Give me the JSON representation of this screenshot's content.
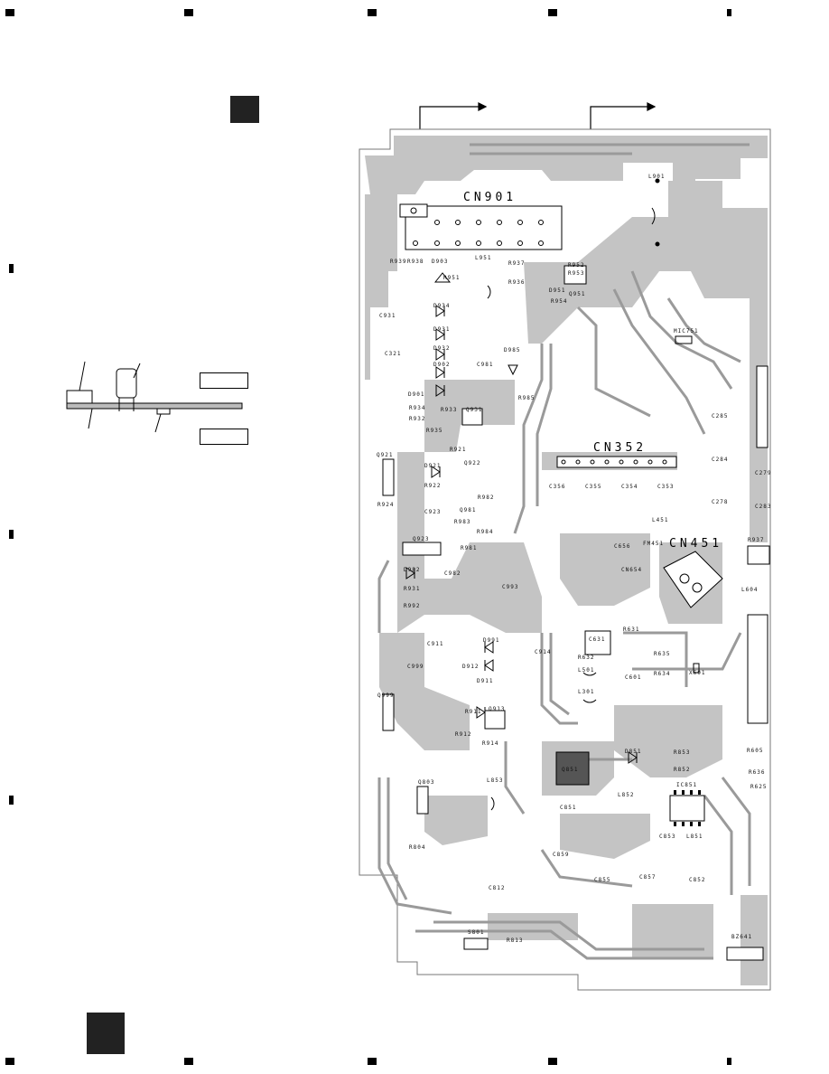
{
  "connectors": {
    "cn901": "CN901",
    "cn352": "CN352",
    "cn451": "CN451"
  },
  "components": [
    {
      "id": "l901",
      "label": "L901"
    },
    {
      "id": "r939",
      "label": "R939"
    },
    {
      "id": "r938",
      "label": "R938"
    },
    {
      "id": "d903",
      "label": "D903"
    },
    {
      "id": "r951",
      "label": "R951"
    },
    {
      "id": "l951",
      "label": "L951"
    },
    {
      "id": "r937",
      "label": "R937"
    },
    {
      "id": "r952",
      "label": "R952"
    },
    {
      "id": "r936",
      "label": "R936"
    },
    {
      "id": "r953",
      "label": "R953"
    },
    {
      "id": "d951",
      "label": "D951"
    },
    {
      "id": "q951",
      "label": "Q951"
    },
    {
      "id": "r954",
      "label": "R954"
    },
    {
      "id": "c931",
      "label": "C931"
    },
    {
      "id": "d934",
      "label": "D934"
    },
    {
      "id": "d931",
      "label": "D931"
    },
    {
      "id": "c321",
      "label": "C321"
    },
    {
      "id": "d932",
      "label": "D932"
    },
    {
      "id": "d902",
      "label": "D902"
    },
    {
      "id": "c981",
      "label": "C981"
    },
    {
      "id": "d985",
      "label": "D985"
    },
    {
      "id": "d901",
      "label": "D901"
    },
    {
      "id": "r934",
      "label": "R934"
    },
    {
      "id": "r933",
      "label": "R933"
    },
    {
      "id": "q931",
      "label": "Q931"
    },
    {
      "id": "r932",
      "label": "R932"
    },
    {
      "id": "r935",
      "label": "R935"
    },
    {
      "id": "r985",
      "label": "R985"
    },
    {
      "id": "mic751",
      "label": "MIC751"
    },
    {
      "id": "c285",
      "label": "C285"
    },
    {
      "id": "c284",
      "label": "C284"
    },
    {
      "id": "c279",
      "label": "C279"
    },
    {
      "id": "c278",
      "label": "C278"
    },
    {
      "id": "c283",
      "label": "C283"
    },
    {
      "id": "q921",
      "label": "Q921"
    },
    {
      "id": "r921",
      "label": "R921"
    },
    {
      "id": "d921",
      "label": "D921"
    },
    {
      "id": "q922",
      "label": "Q922"
    },
    {
      "id": "r922",
      "label": "R922"
    },
    {
      "id": "r982",
      "label": "R982"
    },
    {
      "id": "c356",
      "label": "C356"
    },
    {
      "id": "c355",
      "label": "C355"
    },
    {
      "id": "c354",
      "label": "C354"
    },
    {
      "id": "c353",
      "label": "C353"
    },
    {
      "id": "r924",
      "label": "R924"
    },
    {
      "id": "c923",
      "label": "C923"
    },
    {
      "id": "q981",
      "label": "Q981"
    },
    {
      "id": "r983",
      "label": "R983"
    },
    {
      "id": "r984",
      "label": "R984"
    },
    {
      "id": "l451",
      "label": "L451"
    },
    {
      "id": "q923",
      "label": "Q923"
    },
    {
      "id": "r981",
      "label": "R981"
    },
    {
      "id": "c656",
      "label": "C656"
    },
    {
      "id": "fm451",
      "label": "FM451"
    },
    {
      "id": "r937b",
      "label": "R937"
    },
    {
      "id": "d982",
      "label": "D982"
    },
    {
      "id": "c982",
      "label": "C982"
    },
    {
      "id": "cn654",
      "label": "CN654"
    },
    {
      "id": "r931",
      "label": "R931"
    },
    {
      "id": "c993",
      "label": "C993"
    },
    {
      "id": "l604",
      "label": "L604"
    },
    {
      "id": "r992",
      "label": "R992"
    },
    {
      "id": "r631",
      "label": "R631"
    },
    {
      "id": "c631",
      "label": "C631"
    },
    {
      "id": "c911",
      "label": "C911"
    },
    {
      "id": "d991",
      "label": "D991"
    },
    {
      "id": "r632",
      "label": "R632"
    },
    {
      "id": "r635",
      "label": "R635"
    },
    {
      "id": "x601",
      "label": "X601"
    },
    {
      "id": "c999",
      "label": "C999"
    },
    {
      "id": "d912",
      "label": "D912"
    },
    {
      "id": "c914",
      "label": "C914"
    },
    {
      "id": "l501",
      "label": "L501"
    },
    {
      "id": "r634",
      "label": "R634"
    },
    {
      "id": "c601",
      "label": "C601"
    },
    {
      "id": "d911",
      "label": "D911"
    },
    {
      "id": "l301",
      "label": "L301"
    },
    {
      "id": "q999",
      "label": "Q999"
    },
    {
      "id": "r911",
      "label": "R911"
    },
    {
      "id": "q913",
      "label": "Q913"
    },
    {
      "id": "r912",
      "label": "R912"
    },
    {
      "id": "r914",
      "label": "R914"
    },
    {
      "id": "r605",
      "label": "R605"
    },
    {
      "id": "d851",
      "label": "D851"
    },
    {
      "id": "r853",
      "label": "R853"
    },
    {
      "id": "q851",
      "label": "Q851"
    },
    {
      "id": "r852",
      "label": "R852"
    },
    {
      "id": "r636",
      "label": "R636"
    },
    {
      "id": "q803",
      "label": "Q803"
    },
    {
      "id": "l853",
      "label": "L853"
    },
    {
      "id": "c851",
      "label": "C851"
    },
    {
      "id": "l852",
      "label": "L852"
    },
    {
      "id": "ic851",
      "label": "IC851"
    },
    {
      "id": "r625",
      "label": "R625"
    },
    {
      "id": "c853",
      "label": "C853"
    },
    {
      "id": "l851",
      "label": "L851"
    },
    {
      "id": "r804",
      "label": "R804"
    },
    {
      "id": "c859",
      "label": "C859"
    },
    {
      "id": "c855",
      "label": "C855"
    },
    {
      "id": "c857",
      "label": "C857"
    },
    {
      "id": "c852",
      "label": "C852"
    },
    {
      "id": "c812",
      "label": "C812"
    },
    {
      "id": "s801",
      "label": "S801"
    },
    {
      "id": "r813",
      "label": "R813"
    },
    {
      "id": "bz641",
      "label": "BZ641"
    }
  ],
  "colors": {
    "copper": "#c4c4c4",
    "trace": "#8e8e8e",
    "board": "#ffffff",
    "ink": "#000000"
  }
}
